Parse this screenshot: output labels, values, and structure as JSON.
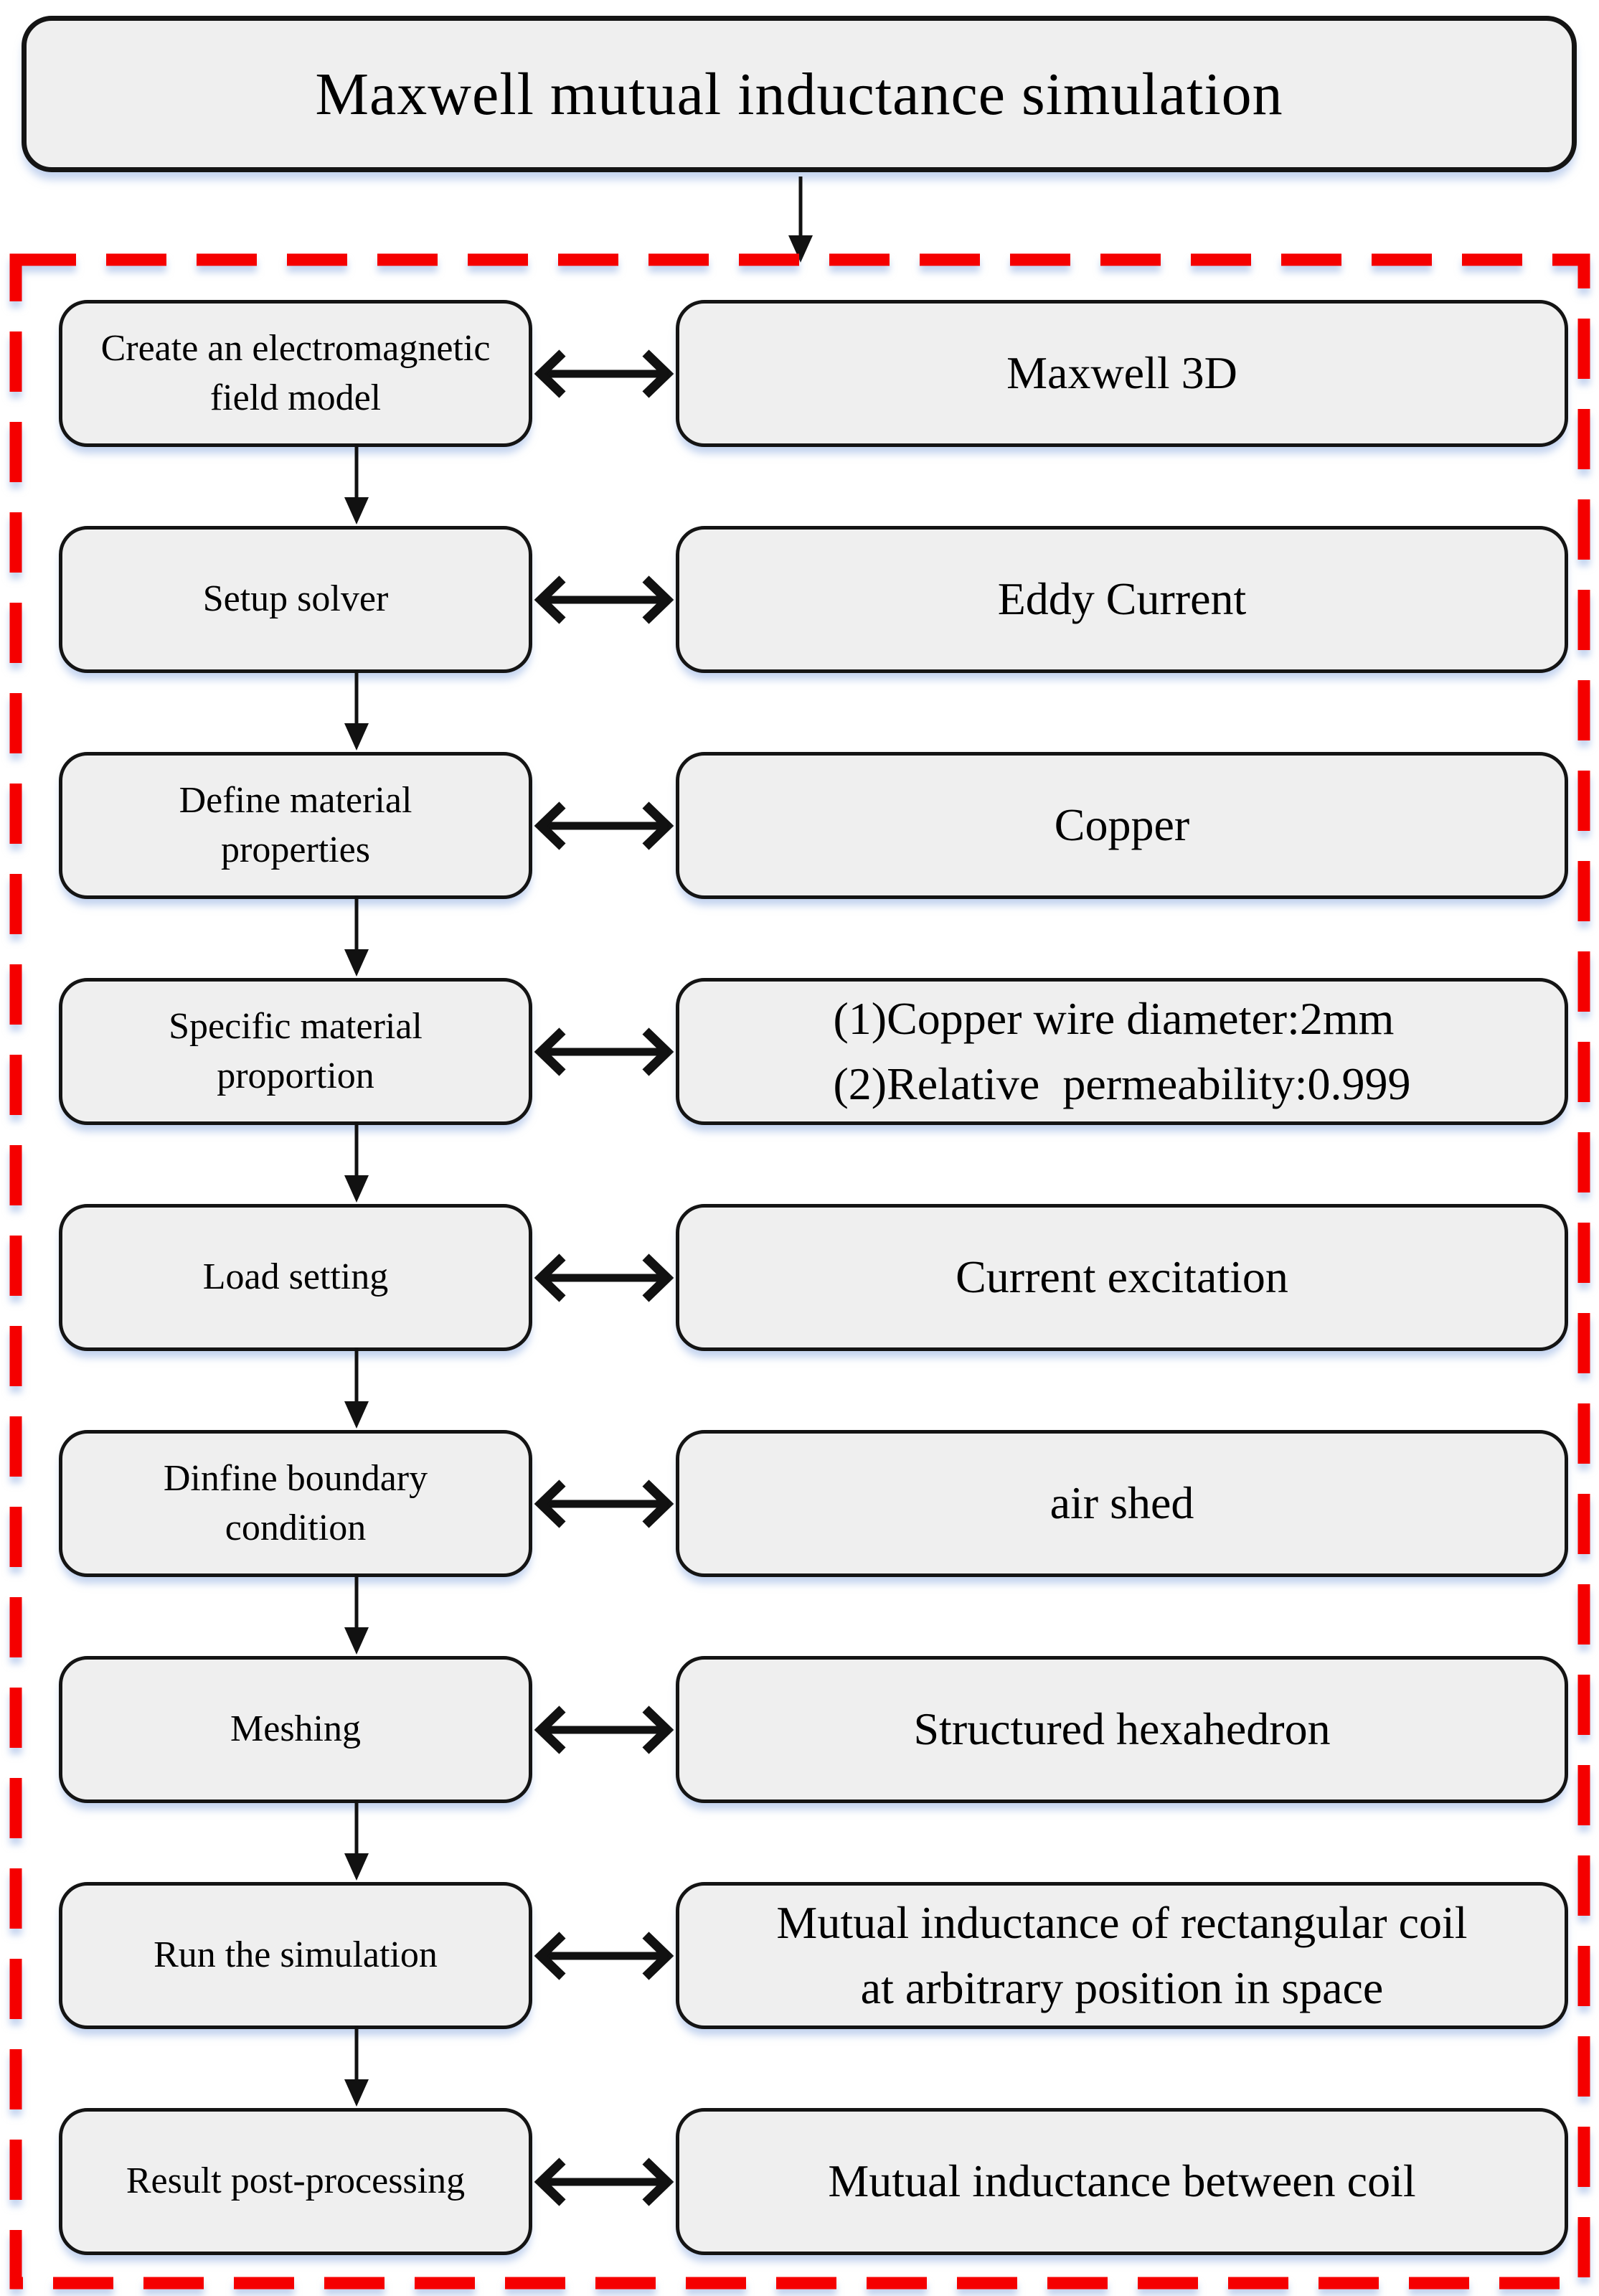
{
  "title": "Maxwell mutual inductance simulation",
  "colors": {
    "dashed_border": "#f50000",
    "node_fill": "#efefef",
    "node_border": "#141414",
    "arrow": "#111111"
  },
  "diagram": {
    "rows": [
      {
        "step": "Create an electromagnetic\nfield model",
        "detail": "Maxwell 3D"
      },
      {
        "step": "Setup solver",
        "detail": "Eddy Current"
      },
      {
        "step": "Define material\nproperties",
        "detail": "Copper"
      },
      {
        "step": "Specific material\nproportion",
        "detail": "(1)Copper wire diameter:2mm\n(2)Relative  permeability:0.999"
      },
      {
        "step": "Load setting",
        "detail": "Current excitation"
      },
      {
        "step": "Dinfine boundary\ncondition",
        "detail": "air shed"
      },
      {
        "step": "Meshing",
        "detail": "Structured hexahedron"
      },
      {
        "step": "Run the simulation",
        "detail": "Mutual inductance of rectangular coil\nat arbitrary position in space"
      },
      {
        "step": "Result post-processing",
        "detail": "Mutual inductance between coil"
      }
    ]
  }
}
